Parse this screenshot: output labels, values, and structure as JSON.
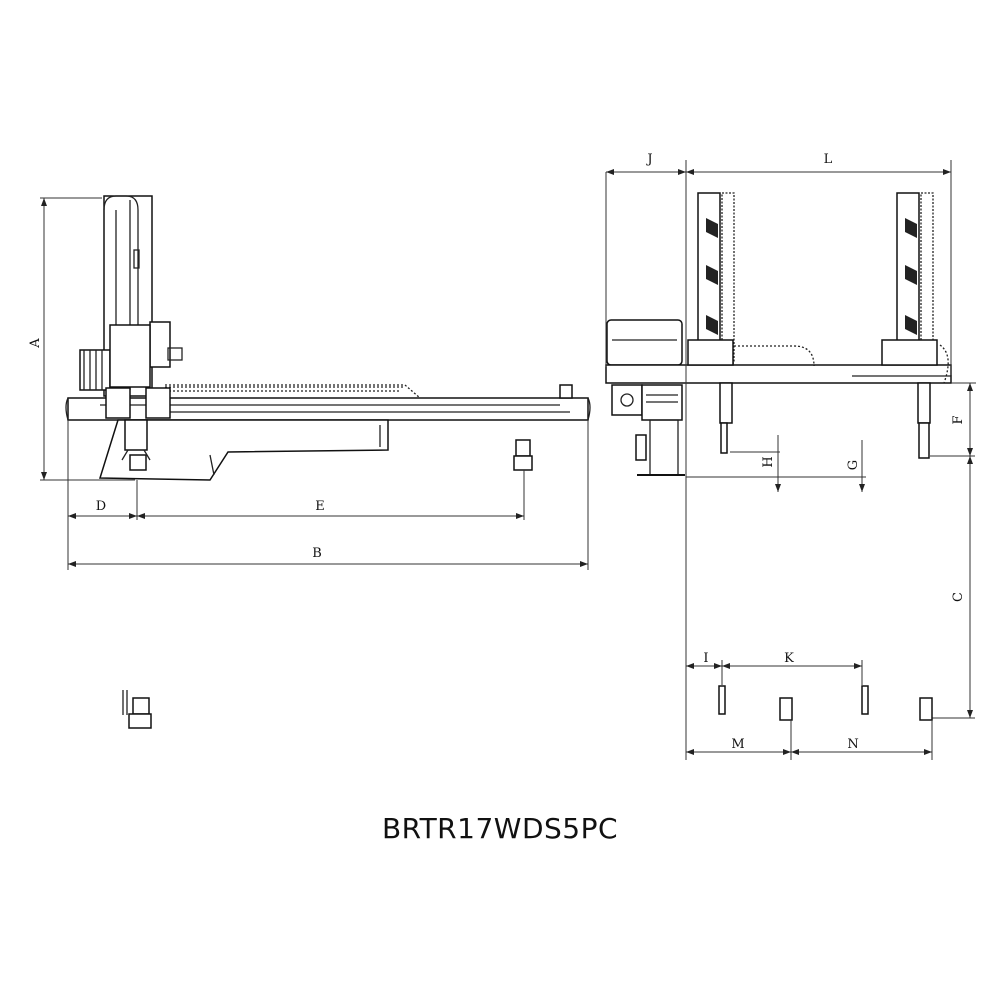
{
  "drawing": {
    "model_label": "BRTR17WDS5PC",
    "dimension_labels": {
      "A": "A",
      "B": "B",
      "C": "C",
      "D": "D",
      "E": "E",
      "F": "F",
      "G": "G",
      "H": "H",
      "I": "I",
      "J": "J",
      "K": "K",
      "L": "L",
      "M": "M",
      "N": "N"
    }
  }
}
